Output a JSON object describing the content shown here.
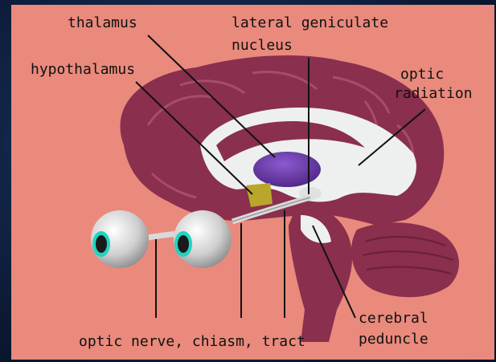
{
  "labels": {
    "thalamus": "thalamus",
    "lateral_geniculate": [
      "lateral geniculate",
      "nucleus"
    ],
    "hypothalamus": "hypothalamus",
    "optic_radiation": [
      "optic",
      "radiation"
    ],
    "optic_nerve_chiasm_tract": "optic nerve, chiasm, tract",
    "cerebral_peduncle": [
      "cerebral",
      "peduncle"
    ]
  },
  "colors": {
    "background": "#e98a7c",
    "frame": "#0e1d3a",
    "cortex": "#8a2f4e",
    "white_matter": "#eef0f0",
    "thalamus": "#6a3a9c",
    "hypothalamus": "#b9a62a",
    "eyeball": "#d6d6d6",
    "iris": "#22d4c0",
    "label_text": "#111111"
  }
}
